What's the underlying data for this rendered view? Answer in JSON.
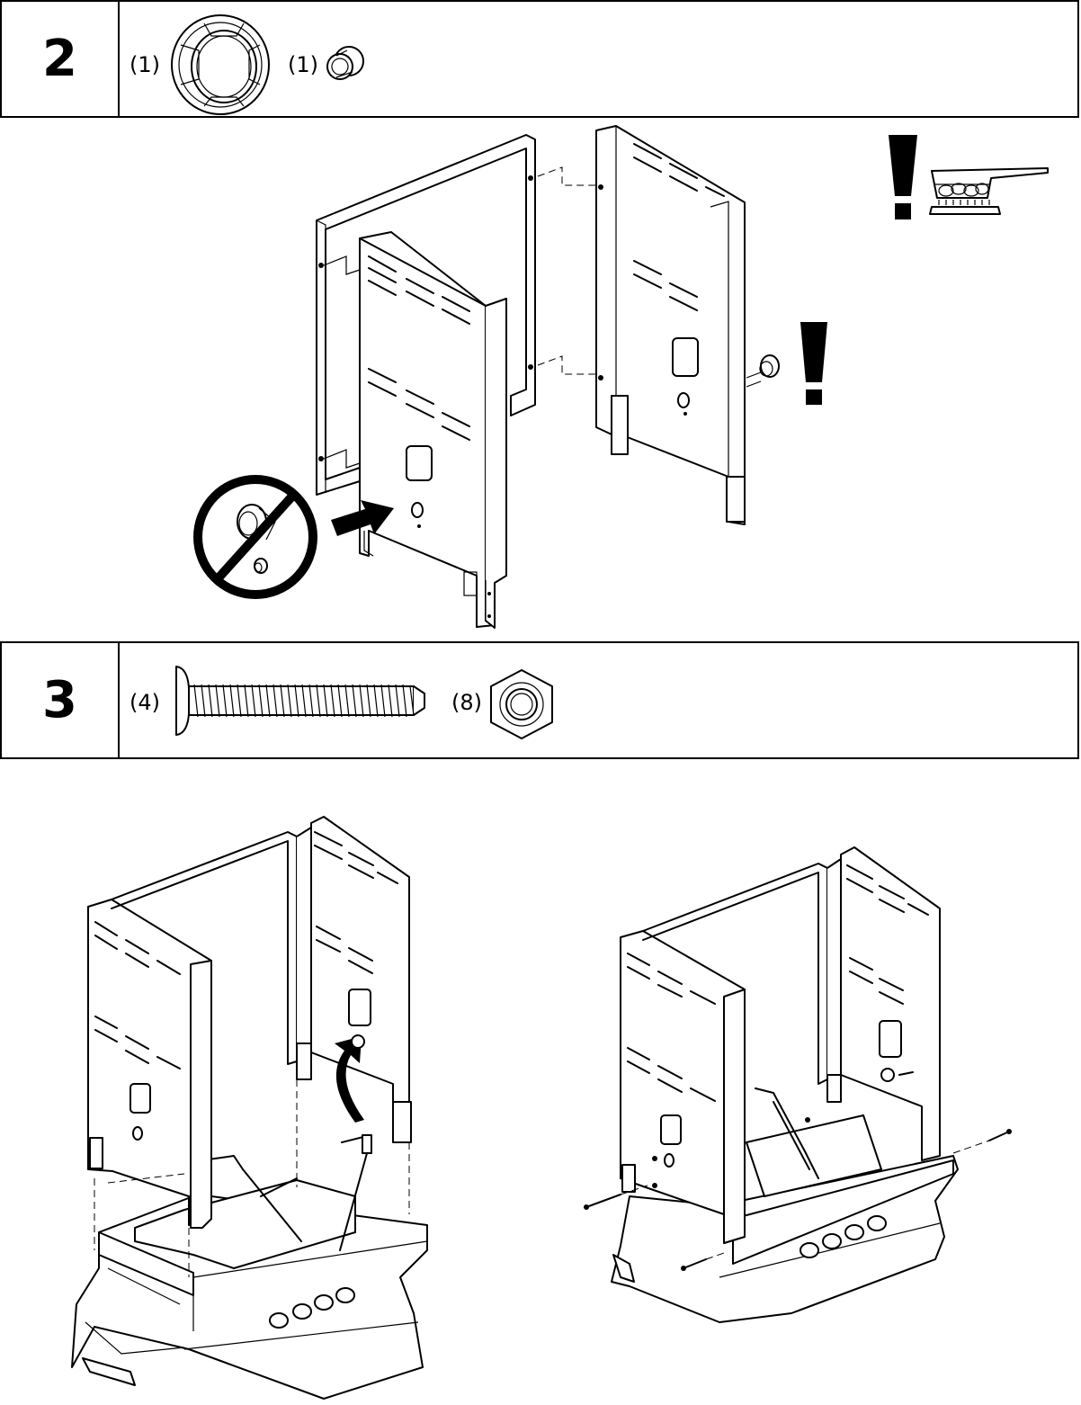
{
  "steps": [
    {
      "number": "2",
      "parts": [
        {
          "qty": "(1)",
          "icon": "bezel-ring-icon"
        },
        {
          "qty": "(1)",
          "icon": "knob-bushing-icon"
        }
      ]
    },
    {
      "number": "3",
      "parts": [
        {
          "qty": "(4)",
          "icon": "screw-icon"
        },
        {
          "qty": "(8)",
          "icon": "hex-nut-icon"
        }
      ]
    }
  ]
}
